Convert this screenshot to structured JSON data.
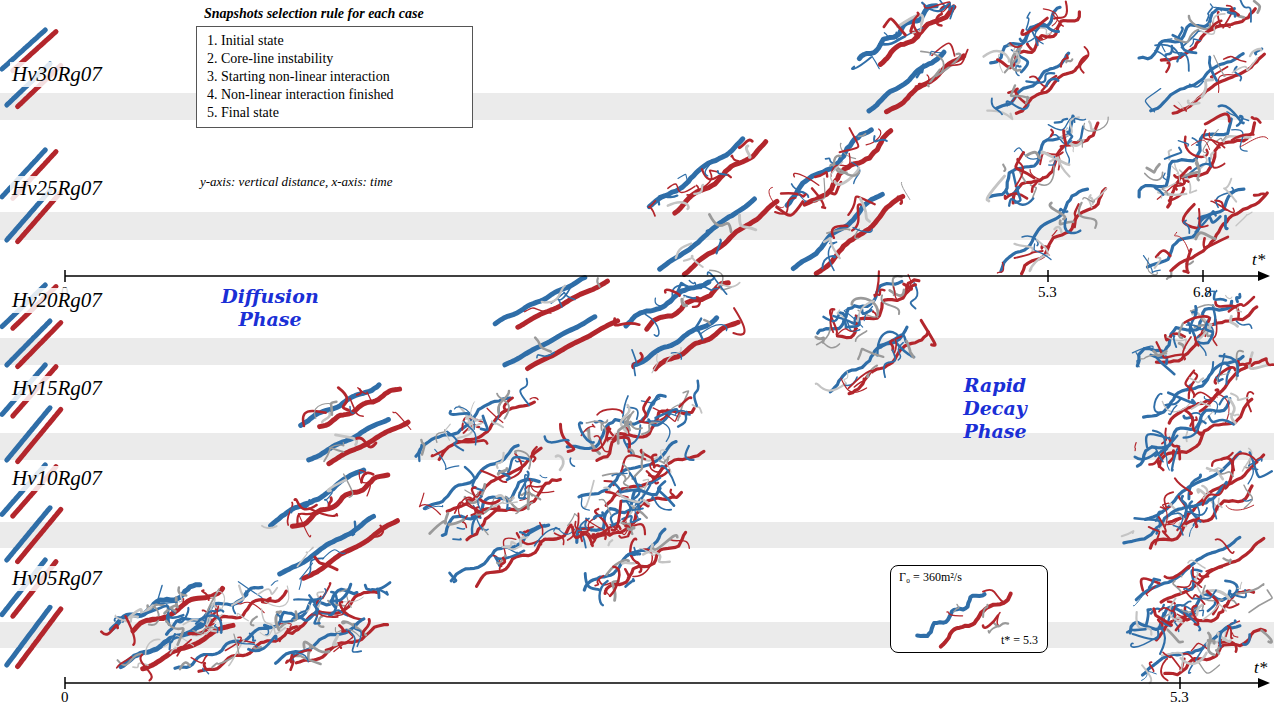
{
  "diagram": {
    "nodes": [
      {
        "text": [
          "Snapshots selection rule for each case",
          "1. Initial state",
          "2. Core-line instability",
          "3. Starting non-linear interaction",
          "4. Non-linear interaction finished",
          "5. Final state"
        ]
      },
      {
        "text": [
          "Γ₀ = 360m²/s",
          "t* = 5.3"
        ]
      }
    ],
    "labels": [
      "Hv30Rg07",
      "Hv25Rg07",
      "0",
      "5.3",
      "6.8",
      "t*",
      "Diffusion Phase",
      "Hv20Rg07",
      "Hv15Rg07",
      "Hv10Rg07",
      "Hv05Rg07",
      "Rapid Decay Phase",
      "0",
      "5.3",
      "t*",
      "y-axis: vertical distance, x-axis: time"
    ]
  }
}
